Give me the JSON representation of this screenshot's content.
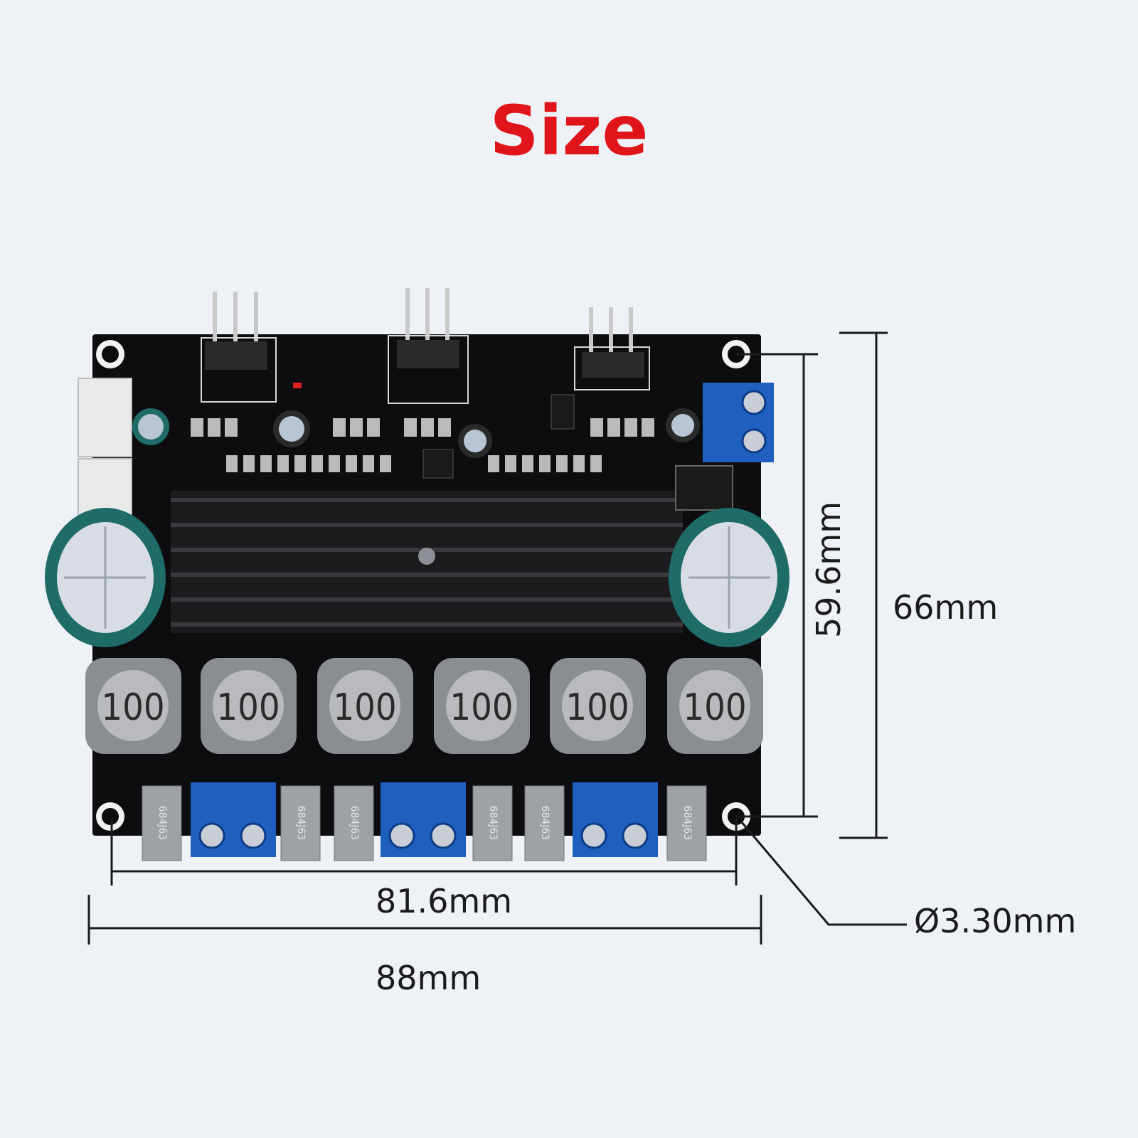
{
  "title": "Size",
  "board": {
    "inductor_label": "100",
    "inductors": [
      "100",
      "100",
      "100",
      "100",
      "100",
      "100"
    ],
    "capacitor_label": "684J63",
    "colors": {
      "pcb": "#0d0d0f",
      "heatsink": "#1c1c1f",
      "terminal": "#1f5fbf",
      "inductor_body": "#8a8d92",
      "inductor_face": "#b8babd",
      "electrolytic": "#1e6b68",
      "background": "#eef1f5",
      "title": "#e0151b"
    }
  },
  "dimensions": {
    "hole_span_width": "81.6mm",
    "board_width": "88mm",
    "hole_span_height": "59.6mm",
    "board_height": "66mm",
    "hole_diameter": "Ø3.30mm"
  }
}
